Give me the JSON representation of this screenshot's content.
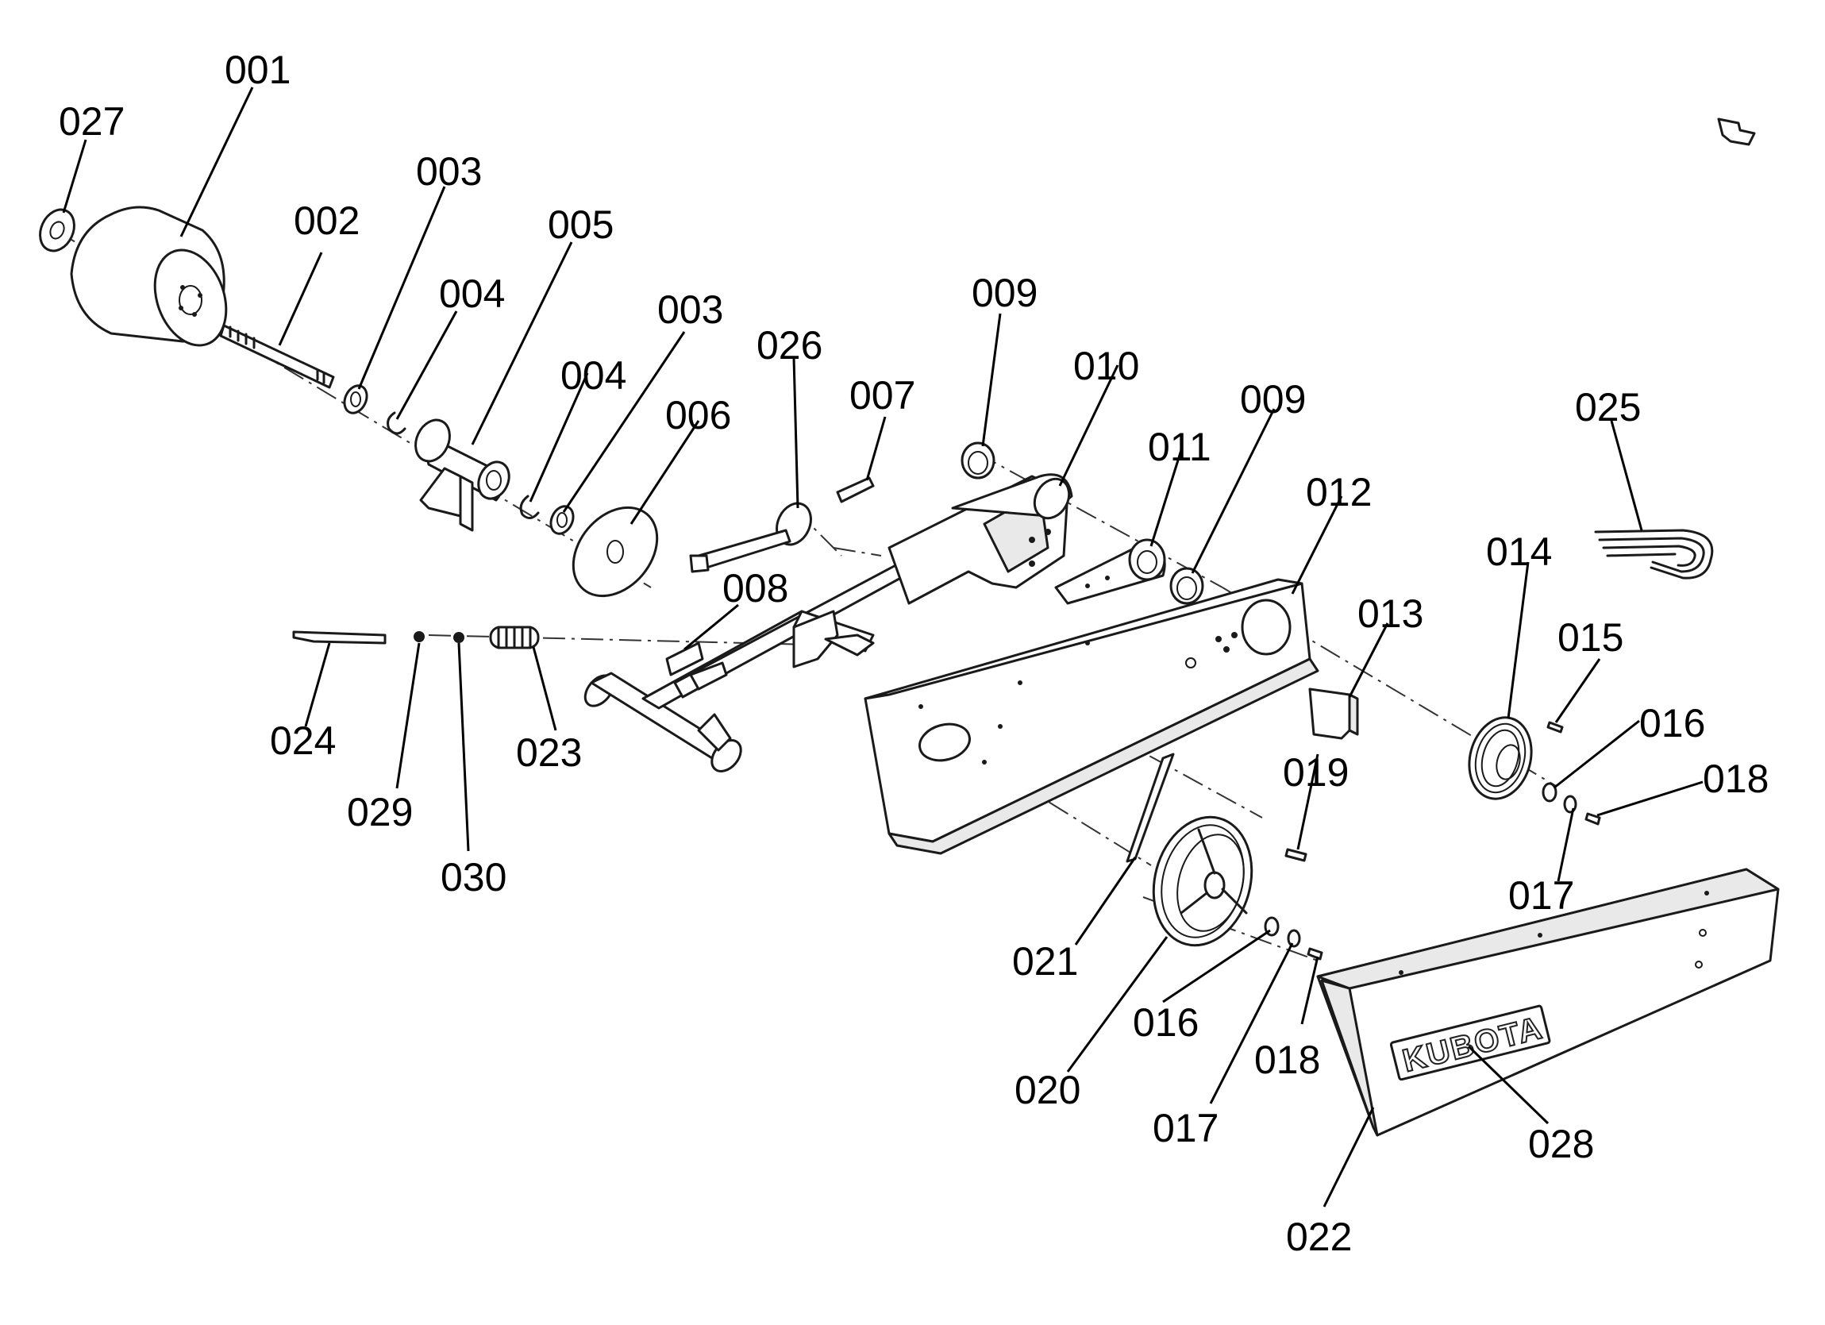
{
  "diagram": {
    "brand_logo": "KUBOTA",
    "labels": [
      {
        "id": "001",
        "text": "001"
      },
      {
        "id": "027",
        "text": "027"
      },
      {
        "id": "002",
        "text": "002"
      },
      {
        "id": "003a",
        "text": "003"
      },
      {
        "id": "005",
        "text": "005"
      },
      {
        "id": "004a",
        "text": "004"
      },
      {
        "id": "003b",
        "text": "003"
      },
      {
        "id": "004b",
        "text": "004"
      },
      {
        "id": "006",
        "text": "006"
      },
      {
        "id": "026",
        "text": "026"
      },
      {
        "id": "007",
        "text": "007"
      },
      {
        "id": "009a",
        "text": "009"
      },
      {
        "id": "010",
        "text": "010"
      },
      {
        "id": "009b",
        "text": "009"
      },
      {
        "id": "011",
        "text": "011"
      },
      {
        "id": "025",
        "text": "025"
      },
      {
        "id": "012",
        "text": "012"
      },
      {
        "id": "014",
        "text": "014"
      },
      {
        "id": "013",
        "text": "013"
      },
      {
        "id": "008",
        "text": "008"
      },
      {
        "id": "015",
        "text": "015"
      },
      {
        "id": "016a",
        "text": "016"
      },
      {
        "id": "018a",
        "text": "018"
      },
      {
        "id": "024",
        "text": "024"
      },
      {
        "id": "023",
        "text": "023"
      },
      {
        "id": "029",
        "text": "029"
      },
      {
        "id": "019",
        "text": "019"
      },
      {
        "id": "030",
        "text": "030"
      },
      {
        "id": "017a",
        "text": "017"
      },
      {
        "id": "021",
        "text": "021"
      },
      {
        "id": "016b",
        "text": "016"
      },
      {
        "id": "018b",
        "text": "018"
      },
      {
        "id": "020",
        "text": "020"
      },
      {
        "id": "017b",
        "text": "017"
      },
      {
        "id": "028",
        "text": "028"
      },
      {
        "id": "022",
        "text": "022"
      }
    ]
  }
}
